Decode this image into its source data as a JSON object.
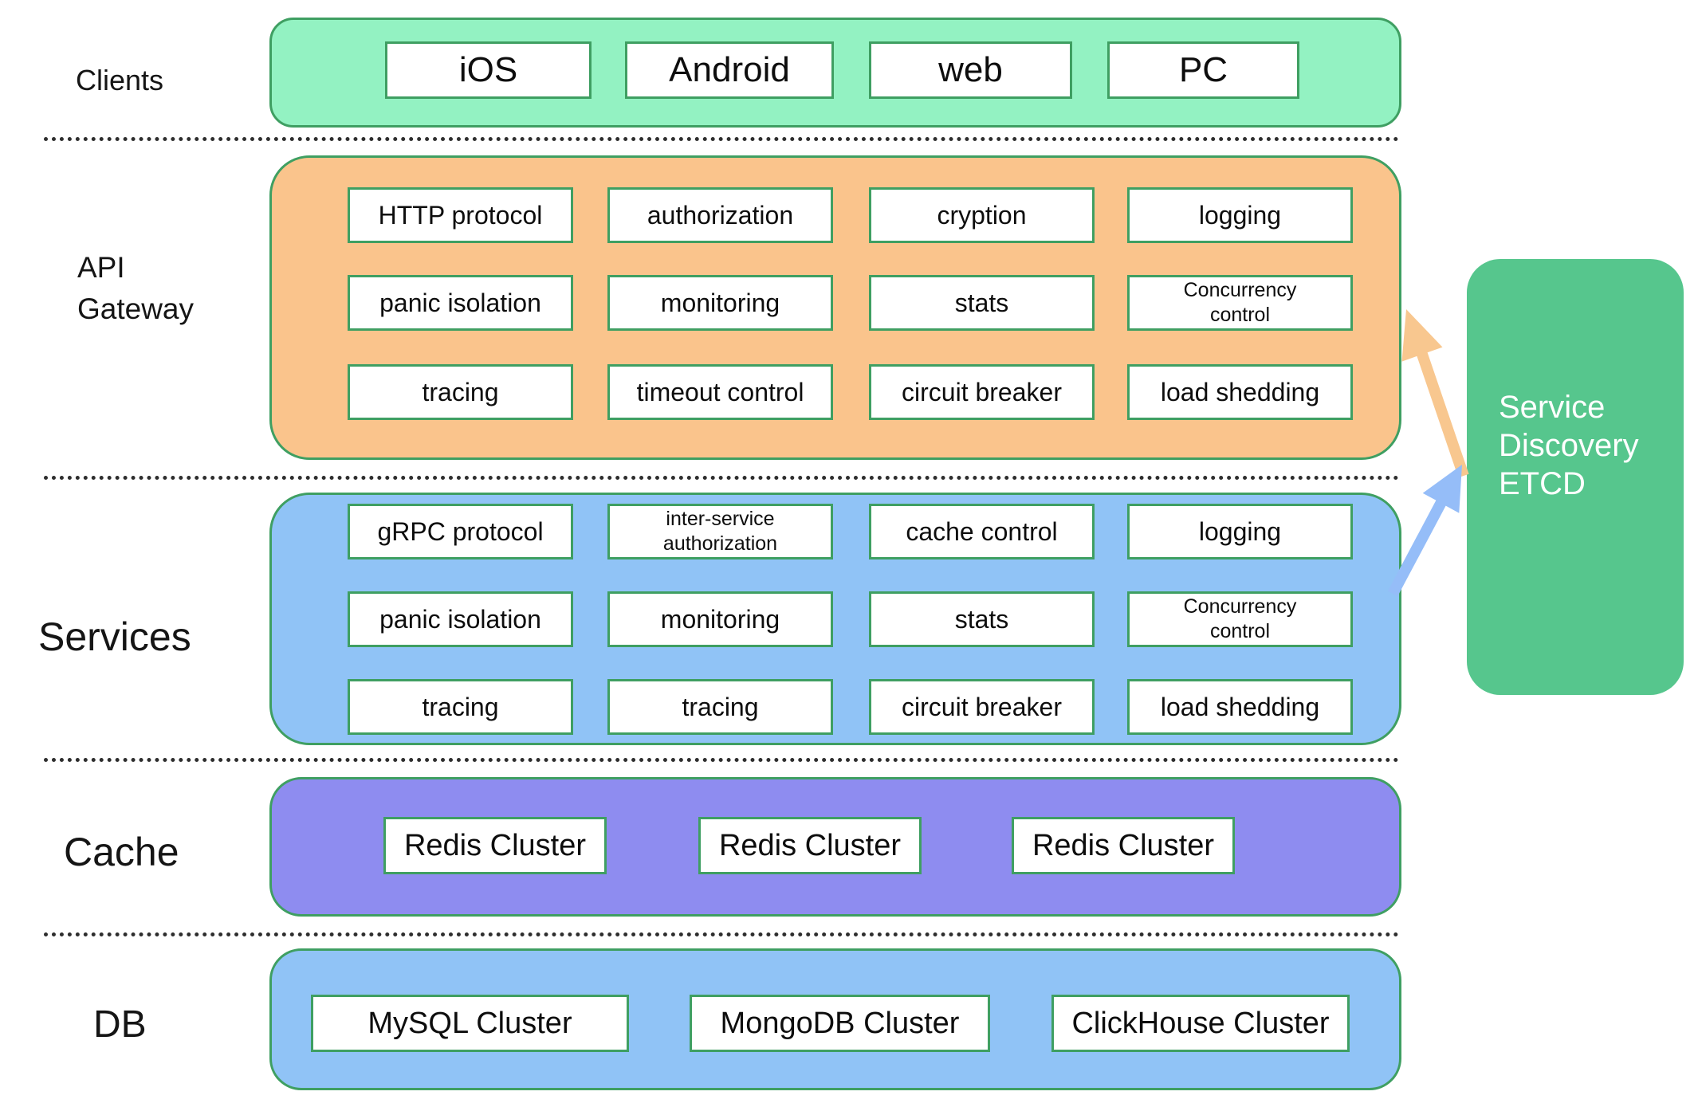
{
  "layers": {
    "clients": {
      "label": "Clients",
      "items": [
        "iOS",
        "Android",
        "web",
        "PC"
      ]
    },
    "api_gateway": {
      "label_line1": "API",
      "label_line2": "Gateway",
      "rows": [
        [
          "HTTP protocol",
          "authorization",
          "cryption",
          "logging"
        ],
        [
          "panic isolation",
          "monitoring",
          "stats",
          "Concurrency control"
        ],
        [
          "tracing",
          "timeout control",
          "circuit breaker",
          "load shedding"
        ]
      ]
    },
    "services": {
      "label": "Services",
      "rows": [
        [
          "gRPC protocol",
          "inter-service authorization",
          "cache control",
          "logging"
        ],
        [
          "panic isolation",
          "monitoring",
          "stats",
          "Concurrency control"
        ],
        [
          "tracing",
          "tracing",
          "circuit breaker",
          "load shedding"
        ]
      ]
    },
    "cache": {
      "label": "Cache",
      "items": [
        "Redis Cluster",
        "Redis Cluster",
        "Redis Cluster"
      ]
    },
    "db": {
      "label": "DB",
      "items": [
        "MySQL Cluster",
        "MongoDB Cluster",
        "ClickHouse Cluster"
      ]
    }
  },
  "service_discovery": {
    "label": "Service Discovery ETCD",
    "lines": [
      "Service",
      "Discovery",
      "ETCD"
    ]
  },
  "connections": [
    {
      "id": "arrow-etcd-to-gateway",
      "color": "#f8c78f",
      "from": "service_discovery",
      "to": "api_gateway"
    },
    {
      "id": "arrow-services-to-etcd",
      "color": "#95bdf8",
      "from": "services",
      "to": "service_discovery"
    }
  ],
  "colors": {
    "clients_band": "#93f2c2",
    "gateway_band": "#fac48c",
    "services_band": "#90c3f6",
    "cache_band": "#8e8cf0",
    "db_band": "#90c3f6",
    "etcd_box": "#56c68d",
    "border_green": "#3f9f62",
    "orange_arrow": "#f8c78f",
    "blue_arrow": "#95bdf8"
  }
}
